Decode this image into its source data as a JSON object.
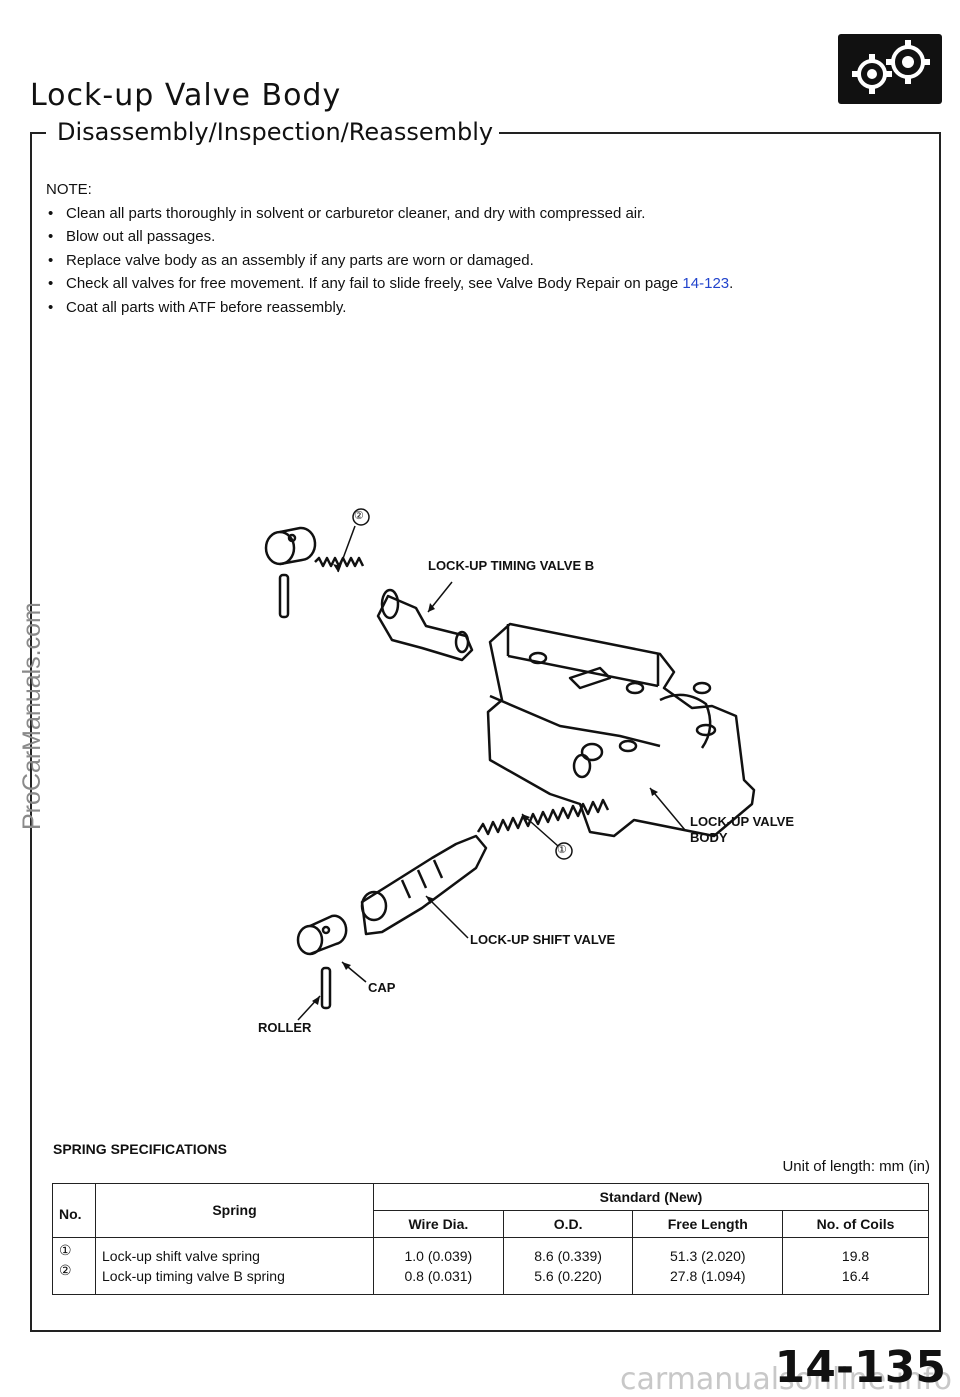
{
  "header": {
    "title": "Lock-up Valve Body",
    "section": "Disassembly/Inspection/Reassembly"
  },
  "notes": {
    "heading": "NOTE:",
    "items": [
      {
        "text": "Clean all parts thoroughly in solvent or carburetor cleaner, and dry with compressed air."
      },
      {
        "text": "Blow out all passages."
      },
      {
        "text": "Replace valve body as an assembly if any parts are worn or damaged."
      },
      {
        "text": "Check all valves for free movement. If any fail to slide freely, see Valve Body Repair on page ",
        "link": "14-123",
        "suffix": "."
      },
      {
        "text": "Coat all parts with ATF before reassembly."
      }
    ]
  },
  "diagram": {
    "labels": {
      "timing_valve": "LOCK-UP TIMING VALVE B",
      "valve_body_line1": "LOCK-UP VALVE",
      "valve_body_line2": "BODY",
      "shift_valve": "LOCK-UP SHIFT VALVE",
      "cap": "CAP",
      "roller": "ROLLER"
    },
    "callouts": [
      "②",
      "①"
    ]
  },
  "spec": {
    "heading": "SPRING SPECIFICATIONS",
    "unit_note": "Unit of length: mm (in)",
    "headers": {
      "no": "No.",
      "spring": "Spring",
      "standard": "Standard (New)",
      "wire_dia": "Wire Dia.",
      "od": "O.D.",
      "free_length": "Free Length",
      "coils": "No. of Coils"
    },
    "rows": [
      {
        "no": "①",
        "spring": "Lock-up shift valve spring",
        "wire_dia": "1.0 (0.039)",
        "od": "8.6 (0.339)",
        "free_length": "51.3 (2.020)",
        "coils": "19.8"
      },
      {
        "no": "②",
        "spring": "Lock-up timing valve B spring",
        "wire_dia": "0.8 (0.031)",
        "od": "5.6 (0.220)",
        "free_length": "27.8 (1.094)",
        "coils": "16.4"
      }
    ]
  },
  "footer": {
    "watermark": "ProCarManuals.com",
    "page_number": "14-135",
    "site_mark": "carmanualsonline.info"
  }
}
